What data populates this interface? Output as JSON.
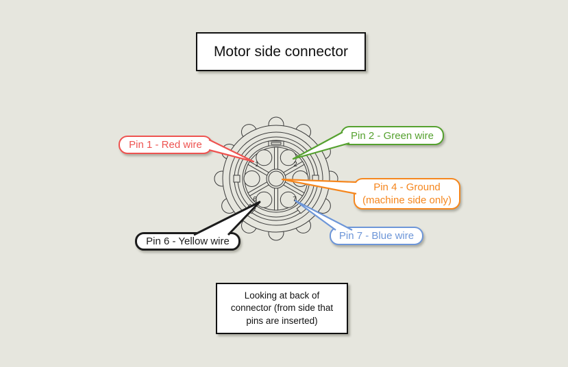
{
  "colors": {
    "background": "#e6e6de",
    "drawing_line": "#3a3a3a"
  },
  "title": {
    "text": "Motor side connector"
  },
  "connector": {
    "pin_numbers": {
      "pin1": "1",
      "pin2": "2",
      "pin6": "6",
      "pin7": "7"
    }
  },
  "callouts": [
    {
      "id": "pin1",
      "text": "Pin 1 - Red wire",
      "color": "#ee5350"
    },
    {
      "id": "pin2",
      "text": "Pin 2 - Green wire",
      "color": "#55a12f"
    },
    {
      "id": "pin4",
      "lines": [
        "Pin 4 - Ground",
        "(machine side only)"
      ],
      "color": "#f5861d"
    },
    {
      "id": "pin7",
      "text": "Pin 7 - Blue wire",
      "color": "#6d96d8"
    },
    {
      "id": "pin6",
      "text": "Pin 6 - Yellow wire",
      "color": "#1c1c1c"
    }
  ],
  "caption": {
    "lines": [
      "Looking at back of",
      "connector (from side that",
      "pins are inserted)"
    ]
  }
}
